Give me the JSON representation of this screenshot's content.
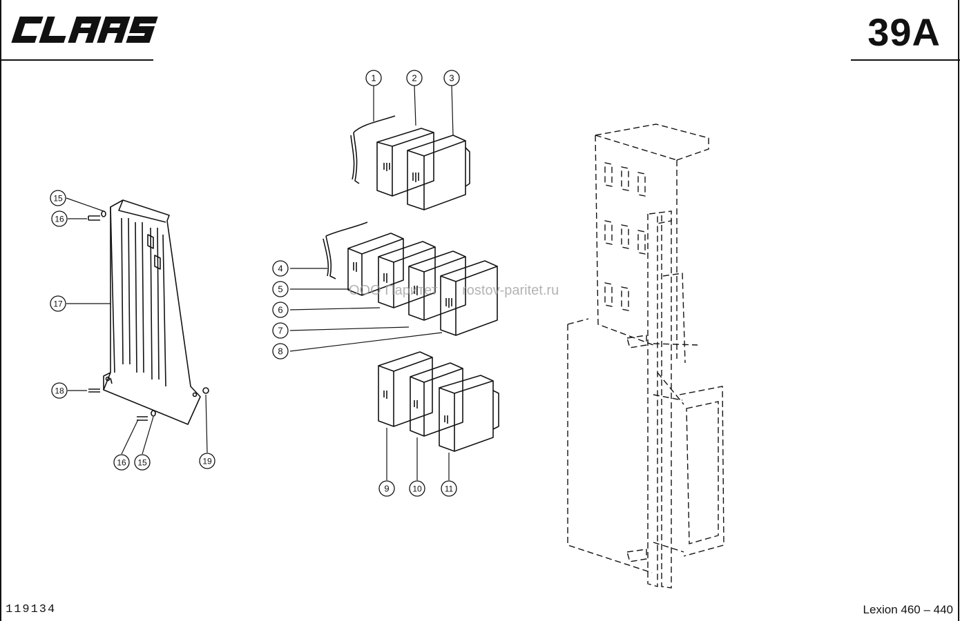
{
  "header": {
    "brand_logo": "CLAAS",
    "page_code": "39A"
  },
  "footer": {
    "drawing_number": "119134",
    "model": "Lexion 460 – 440"
  },
  "watermark": {
    "company": "ООО Паритет",
    "website": "rostov-paritet.ru"
  },
  "callouts": [
    {
      "id": "c1",
      "label": "1"
    },
    {
      "id": "c2",
      "label": "2"
    },
    {
      "id": "c3",
      "label": "3"
    },
    {
      "id": "c4",
      "label": "4"
    },
    {
      "id": "c5",
      "label": "5"
    },
    {
      "id": "c6",
      "label": "6"
    },
    {
      "id": "c7",
      "label": "7"
    },
    {
      "id": "c8",
      "label": "8"
    },
    {
      "id": "c9",
      "label": "9"
    },
    {
      "id": "c10",
      "label": "10"
    },
    {
      "id": "c11",
      "label": "11"
    },
    {
      "id": "c15a",
      "label": "15"
    },
    {
      "id": "c16a",
      "label": "16"
    },
    {
      "id": "c17",
      "label": "17"
    },
    {
      "id": "c18",
      "label": "18"
    },
    {
      "id": "c16b",
      "label": "16"
    },
    {
      "id": "c15b",
      "label": "15"
    },
    {
      "id": "c19",
      "label": "19"
    }
  ]
}
